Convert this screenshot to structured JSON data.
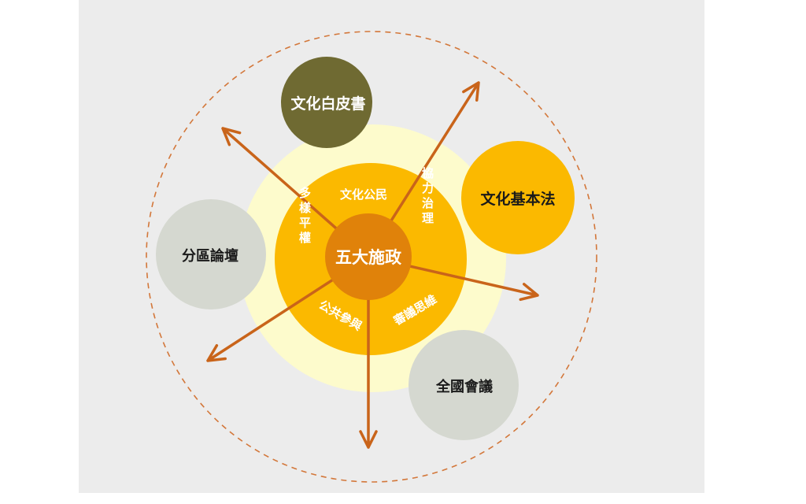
{
  "center": {
    "label": "五大施政"
  },
  "ring_labels": {
    "top": "文化公民",
    "right": "協力治理",
    "bottom_right": "審議思維",
    "bottom_left": "公共參與",
    "left": "多樣平權"
  },
  "satellites": {
    "white_paper": "文化白皮書",
    "basic_law": "文化基本法",
    "forum": "分區論壇",
    "conference": "全國會議"
  },
  "colors": {
    "background": "#ececec",
    "dashed": "#d3773a",
    "halo": "#fdfbcc",
    "ring": "#fbb900",
    "center": "#e0820a",
    "olive": "#6f6a32",
    "gray": "#d5d8d0",
    "arrow": "#c9641a"
  }
}
